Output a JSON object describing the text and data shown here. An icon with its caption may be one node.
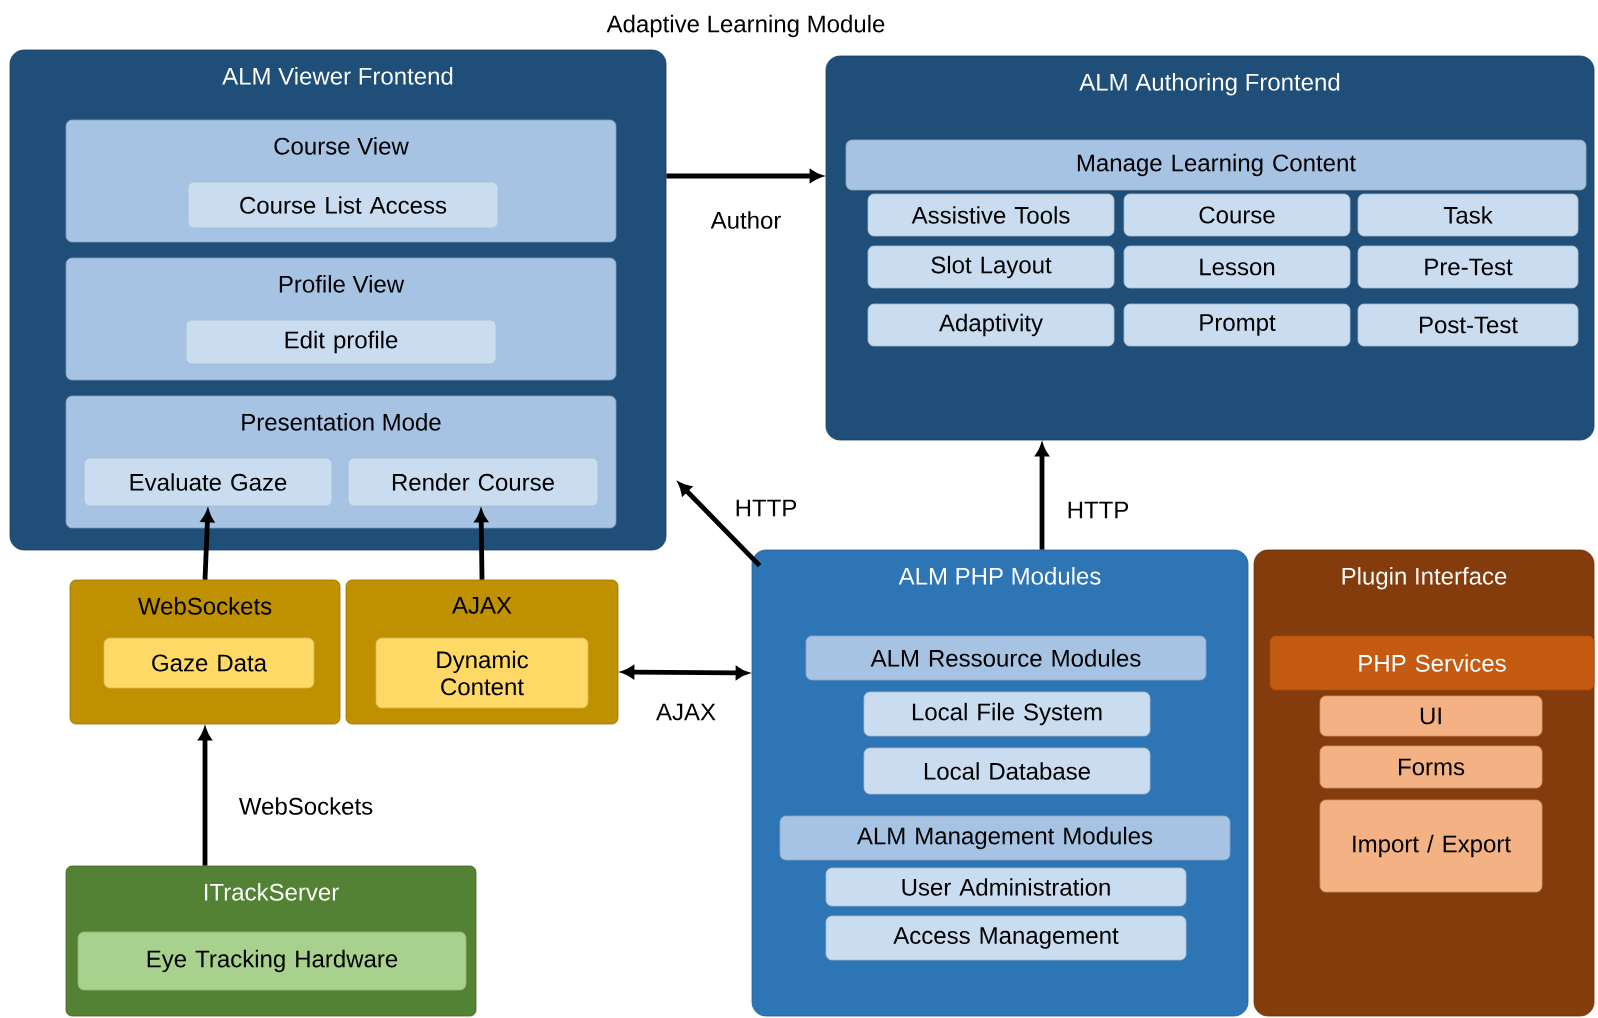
{
  "diagram": {
    "title": "Adaptive Learning Module",
    "nodes": [
      {
        "text": [
          "ALM Viewer Frontend"
        ]
      },
      {
        "text": [
          "Course View"
        ],
        "in": 0
      },
      {
        "text": [
          "Course List Access"
        ],
        "in": 1
      },
      {
        "text": [
          "Profile View"
        ],
        "in": 0
      },
      {
        "text": [
          "Edit profile"
        ],
        "in": 3
      },
      {
        "text": [
          "Presentation Mode"
        ],
        "in": 0
      },
      {
        "text": [
          "Evaluate Gaze"
        ],
        "in": 5
      },
      {
        "text": [
          "Render Course"
        ],
        "in": 5
      },
      {
        "text": [
          "ALM Authoring Frontend"
        ]
      },
      {
        "text": [
          "Manage Learning Content"
        ],
        "in": 8
      },
      {
        "text": [
          "Assistive Tools"
        ],
        "in": 8
      },
      {
        "text": [
          "Course"
        ],
        "in": 8
      },
      {
        "text": [
          "Task"
        ],
        "in": 8
      },
      {
        "text": [
          "Slot Layout"
        ],
        "in": 8
      },
      {
        "text": [
          "Lesson"
        ],
        "in": 8
      },
      {
        "text": [
          "Pre-Test"
        ],
        "in": 8
      },
      {
        "text": [
          "Adaptivity"
        ],
        "in": 8
      },
      {
        "text": [
          "Prompt"
        ],
        "in": 8
      },
      {
        "text": [
          "Post-Test"
        ],
        "in": 8
      },
      {
        "text": [
          "WebSockets"
        ]
      },
      {
        "text": [
          "Gaze Data"
        ],
        "in": 19
      },
      {
        "text": [
          "AJAX"
        ]
      },
      {
        "text": [
          "Dynamic Content"
        ],
        "in": 21
      },
      {
        "text": [
          "ITrackServer"
        ]
      },
      {
        "text": [
          "Eye Tracking Hardware"
        ],
        "in": 23
      },
      {
        "text": [
          "ALM PHP Modules"
        ]
      },
      {
        "text": [
          "ALM Ressource Modules"
        ],
        "in": 25
      },
      {
        "text": [
          "Local File System"
        ],
        "in": 25
      },
      {
        "text": [
          "Local Database"
        ],
        "in": 25
      },
      {
        "text": [
          "ALM Management Modules"
        ],
        "in": 25
      },
      {
        "text": [
          "User Administration"
        ],
        "in": 25
      },
      {
        "text": [
          "Access Management"
        ],
        "in": 25
      },
      {
        "text": [
          "Plugin Interface"
        ]
      },
      {
        "text": [
          "PHP Services"
        ],
        "in": 32
      },
      {
        "text": [
          "UI"
        ],
        "in": 32
      },
      {
        "text": [
          "Forms"
        ],
        "in": 32
      },
      {
        "text": [
          "Import / Export"
        ],
        "in": 32
      }
    ],
    "edges": [
      {
        "from": 0,
        "to": 8,
        "arrow": "to",
        "label": "Author"
      },
      {
        "from": 25,
        "to": 0,
        "arrow": "to",
        "label": "HTTP"
      },
      {
        "from": 25,
        "to": 8,
        "arrow": "to",
        "label": "HTTP"
      },
      {
        "from": 19,
        "to": 6,
        "arrow": "to"
      },
      {
        "from": 21,
        "to": 7,
        "arrow": "to"
      },
      {
        "from": 21,
        "to": 25,
        "arrow": "both",
        "label": "AJAX"
      },
      {
        "from": 23,
        "to": 19,
        "arrow": "to",
        "label": "WebSockets"
      }
    ]
  }
}
